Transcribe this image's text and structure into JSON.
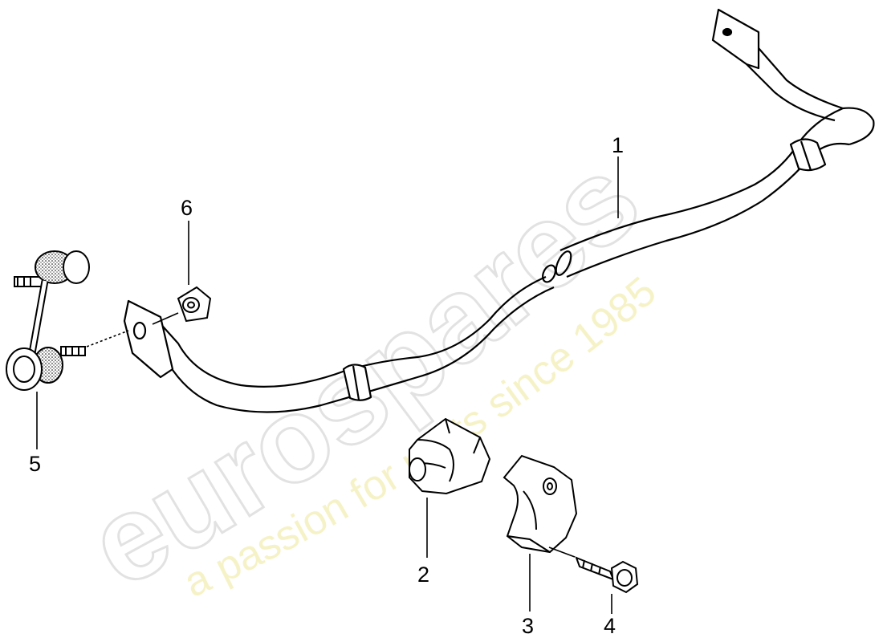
{
  "watermark": {
    "brand": "eurospares",
    "tagline": "a passion for parts since 1985"
  },
  "callouts": [
    {
      "id": "part-1",
      "label": "1"
    },
    {
      "id": "part-2",
      "label": "2"
    },
    {
      "id": "part-3",
      "label": "3"
    },
    {
      "id": "part-4",
      "label": "4"
    },
    {
      "id": "part-5",
      "label": "5"
    },
    {
      "id": "part-6",
      "label": "6"
    }
  ],
  "colors": {
    "line": "#000000",
    "watermark_brand": "#e6e6e6",
    "watermark_tagline": "#f4efb8"
  }
}
